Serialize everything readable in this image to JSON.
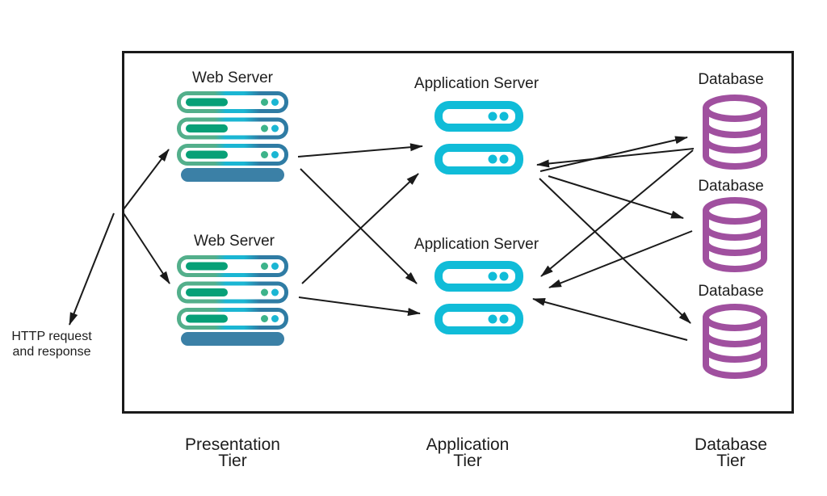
{
  "diagram": {
    "type": "three-tier-architecture",
    "labels": {
      "web_server": "Web Server",
      "application_server": "Application Server",
      "database": "Database",
      "http_note_line1": "HTTP request",
      "http_note_line2": "and response"
    },
    "tiers": [
      {
        "line1": "Presentation",
        "line2": "Tier"
      },
      {
        "line1": "Application",
        "line2": "Tier"
      },
      {
        "line1": "Database",
        "line2": "Tier"
      }
    ],
    "nodes": [
      {
        "id": "web-server-1",
        "type": "web-server",
        "tier": "Presentation Tier"
      },
      {
        "id": "web-server-2",
        "type": "web-server",
        "tier": "Presentation Tier"
      },
      {
        "id": "app-server-1",
        "type": "application-server",
        "tier": "Application Tier"
      },
      {
        "id": "app-server-2",
        "type": "application-server",
        "tier": "Application Tier"
      },
      {
        "id": "database-1",
        "type": "database",
        "tier": "Database Tier"
      },
      {
        "id": "database-2",
        "type": "database",
        "tier": "Database Tier"
      },
      {
        "id": "database-3",
        "type": "database",
        "tier": "Database Tier"
      }
    ],
    "edges": [
      {
        "from": "client-entry",
        "to": "web-server-1"
      },
      {
        "from": "client-entry",
        "to": "web-server-2"
      },
      {
        "from": "client-entry",
        "to": "http-note"
      },
      {
        "from": "web-server-1",
        "to": "app-server-1"
      },
      {
        "from": "web-server-1",
        "to": "app-server-2"
      },
      {
        "from": "web-server-2",
        "to": "app-server-1"
      },
      {
        "from": "web-server-2",
        "to": "app-server-2"
      },
      {
        "from": "app-server-1",
        "to": "database-1"
      },
      {
        "from": "database-1",
        "to": "app-server-1"
      },
      {
        "from": "app-server-1",
        "to": "database-2"
      },
      {
        "from": "app-server-1",
        "to": "database-3"
      },
      {
        "from": "database-1",
        "to": "app-server-2"
      },
      {
        "from": "database-2",
        "to": "app-server-2"
      },
      {
        "from": "database-3",
        "to": "app-server-2"
      }
    ]
  },
  "colors": {
    "outline": "#1a1a1a",
    "text": "#1d1d1d",
    "web_server_green": "#53AF8B",
    "web_server_pill_green": "#07A077",
    "web_server_cyan": "#1BB6D3",
    "web_server_blue": "#2F7CA4",
    "web_server_base_blue": "#3B80A6",
    "web_server_dot_green": "#3DB38A",
    "app_server_cyan": "#10BCD8",
    "database_purple": "#A0509F"
  }
}
